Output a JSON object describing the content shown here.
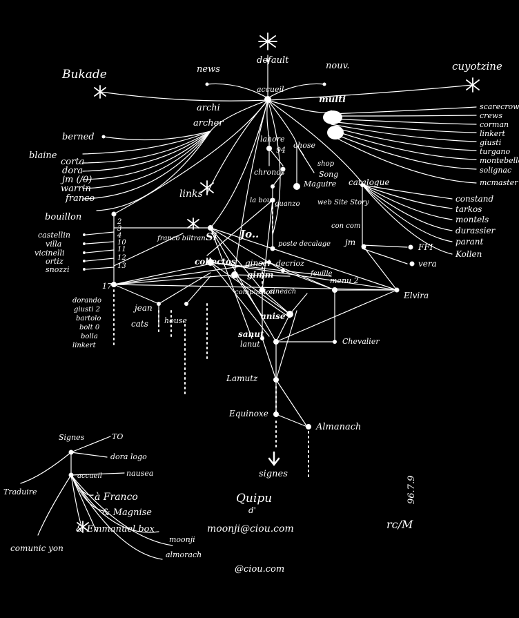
{
  "diagram": {
    "top": {
      "default": "default",
      "news": "news",
      "nouv": "nouv.",
      "accueil": "accueil",
      "bukade": "Bukade",
      "cuyotzine": "cuyotzine"
    },
    "upper": {
      "archi": "archi",
      "archer": "archer",
      "multi": "multi",
      "links": "links",
      "lahore": "lahore",
      "num94": "94",
      "chose": "chose",
      "chronos": "chronos",
      "labour": "la bour",
      "guanzo": "guanzo",
      "shop": "shop",
      "song": "Song",
      "maguire": "Maguire",
      "catalogue": "catalogue",
      "web_site_story": "web Site Story",
      "con_com": "con com"
    },
    "left_names": [
      "berned",
      "blaine",
      "corta",
      "dora",
      "jm (/0)",
      "warrin",
      "franco",
      "bouillon"
    ],
    "right_top_names": [
      "scarecrow",
      "crews",
      "corman",
      "linkert",
      "giusti",
      "turgano",
      "montebello",
      "solignac",
      "mcmaster"
    ],
    "right_cat_names": [
      "constand",
      "tarkos",
      "montels",
      "durassier",
      "parant",
      "Kollen"
    ],
    "mid_left_names": [
      "castellin",
      "villa",
      "vicinelli",
      "ortiz",
      "snozzi"
    ],
    "mid_nums": [
      "2",
      "3",
      "4",
      "10",
      "11",
      "12",
      "13",
      "17"
    ],
    "low_left_names": [
      "dorando",
      "giusti 2",
      "bartolo",
      "bolt 0",
      "bolla",
      "linkert"
    ],
    "middle": {
      "franco_biltran": "franco biltran",
      "signes_left": "Si",
      "jo": "Jo..",
      "collectos": "collectos",
      "ginsel": "ginsel",
      "decrioz": "decrioz",
      "gimm": "gimm",
      "poste_decalage": "poste decalage",
      "feuille": "feuille",
      "menu2": "menu 2",
      "jean": "jean",
      "cats": "cats",
      "house": "house",
      "compulsion": "compulsion",
      "cineach": "cineach",
      "anise": "anise",
      "jm": "jm",
      "ffi": "FFI",
      "vera": "vera",
      "elvira": "Elvira",
      "chevalier": "Chevalier",
      "sanut": "sanut",
      "lunul": "lanut",
      "lamutz": "Lamutz",
      "equinoxe": "Equinoxe",
      "almanach": "Almanach",
      "signes": "signes"
    },
    "bottom": {
      "signes": "Signes",
      "to": "TO",
      "dora_logo": "dora logo",
      "nausea": "nausea",
      "accueil": "accueil",
      "traduire": "Traduire",
      "franco": "à Franco",
      "magnise": "& Magnise",
      "emmanuel_box": "& Emmanuel box",
      "moonji": "moonji",
      "almorach": "almorach",
      "comunicacion": "comunic yon",
      "quipu": "Quipu",
      "d": "d'",
      "address": "moonji@ciou.com",
      "email_footer": "@ciou.com",
      "date": "96.7.9",
      "signature": "rc/M"
    }
  }
}
